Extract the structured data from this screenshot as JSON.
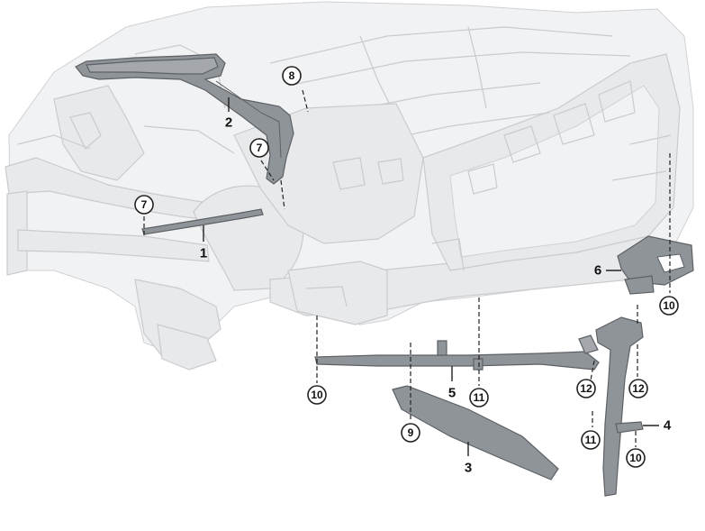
{
  "diagram": {
    "part_labels": [
      "1",
      "2",
      "3",
      "4",
      "5",
      "6"
    ],
    "callouts": [
      "7",
      "7",
      "8",
      "9",
      "10",
      "10",
      "10",
      "11",
      "11",
      "12",
      "12"
    ]
  }
}
